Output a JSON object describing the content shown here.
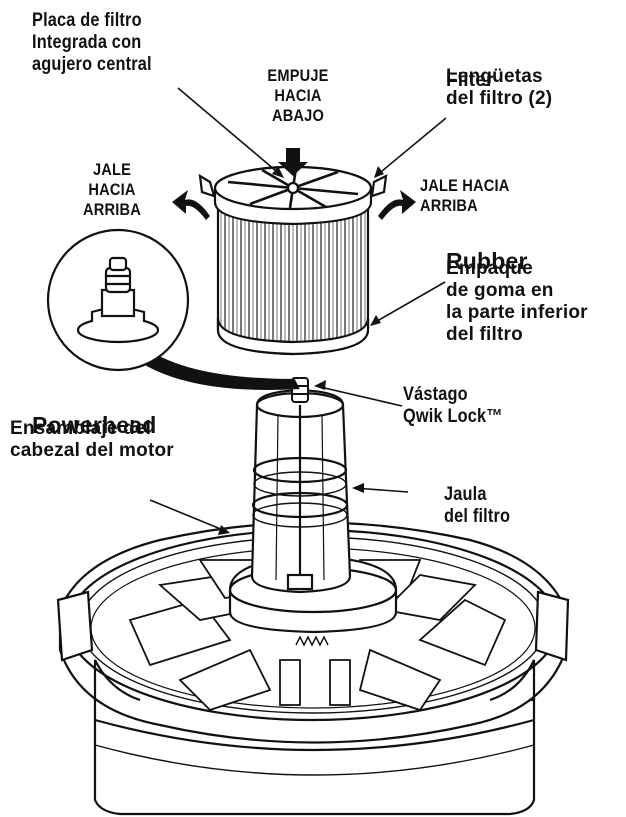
{
  "labels": {
    "filter_plate": "Placa de filtro\nIntegrada con\nagujero central",
    "push_down": "EMPUJE\nHACIA\nABAJO",
    "tabs": "Lengüetas\ndel filtro (2)",
    "tabs_overlay": "Filter",
    "pull_up_left": "JALE\nHACIA\nARRIBA",
    "pull_up_right": "JALE HACIA\nARRIBA",
    "gasket": "Empaque\nde goma en\nla parte inferior\ndel filtro",
    "gasket_overlay": "Rubber",
    "stem": "Vástago\nQwik Lock™",
    "powerhead": "Ensamblaje del\ncabezal del motor",
    "powerhead_overlay": "Powerhead",
    "cage": "Jaula\ndel filtro"
  },
  "colors": {
    "ink": "#111111",
    "paper": "#ffffff"
  }
}
